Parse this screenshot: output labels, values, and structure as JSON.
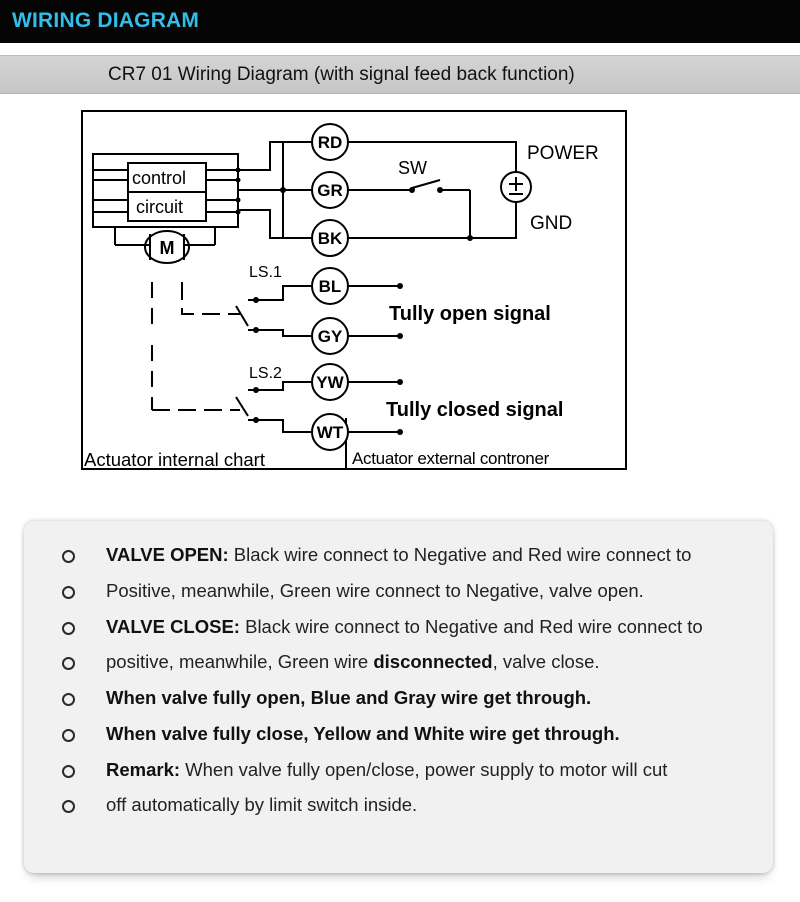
{
  "header": {
    "title": "WIRING DIAGRAM"
  },
  "subtitle": {
    "text": "CR7 01 Wiring Diagram (with signal feed back function)"
  },
  "diagram": {
    "terminals": [
      "RD",
      "GR",
      "BK",
      "BL",
      "GY",
      "YW",
      "WT"
    ],
    "control_label_1": "control",
    "control_label_2": "circuit",
    "motor_label": "M",
    "switch_label": "SW",
    "power_label": "POWER",
    "gnd_label": "GND",
    "ls1_label": "LS.1",
    "ls2_label": "LS.2",
    "open_signal": "Tully open signal",
    "closed_signal": "Tully closed signal",
    "internal_caption": "Actuator internal chart",
    "external_caption": "Actuator external controner"
  },
  "notes": [
    {
      "bold": "VALVE OPEN:",
      "text": " Black wire connect to Negative and Red wire connect to"
    },
    {
      "text": "Positive, meanwhile, Green wire connect to Negative, valve open."
    },
    {
      "bold": "VALVE CLOSE:",
      "text": " Black wire connect to Negative and Red wire connect to"
    },
    {
      "text": "positive, meanwhile, Green wire ",
      "bold2": "disconnected",
      "text2": ", valve close."
    },
    {
      "bold": "When valve fully open, Blue and Gray wire get through."
    },
    {
      "bold": "When valve fully close, Yellow and White wire get through."
    },
    {
      "bold": "Remark:",
      "text": " When valve fully open/close, power supply to motor will cut"
    },
    {
      "text": "off automatically by limit switch inside."
    }
  ]
}
